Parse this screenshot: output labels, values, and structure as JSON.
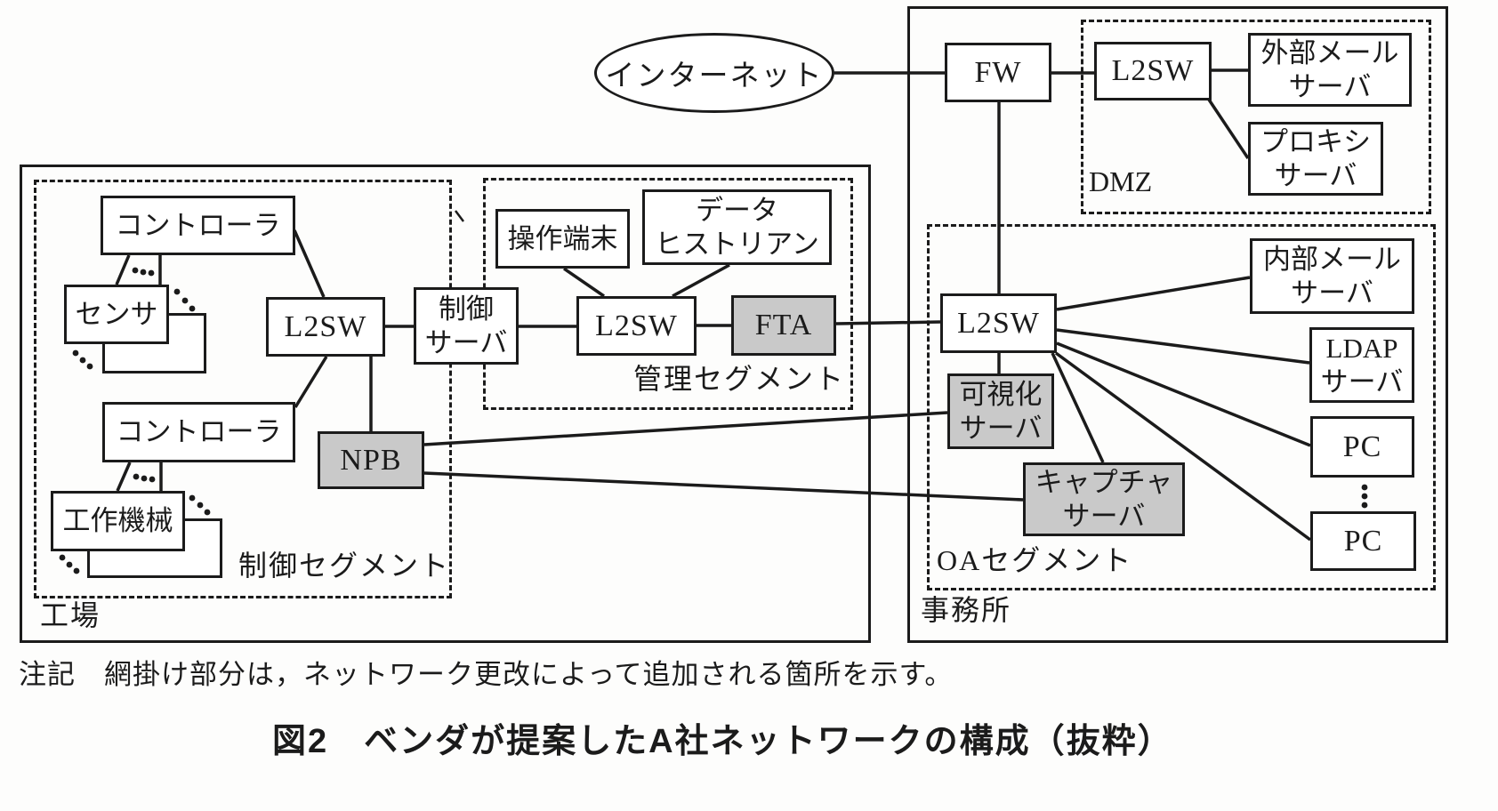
{
  "figure": {
    "internet_label": "インターネット",
    "regions": {
      "factory": {
        "label": "工場"
      },
      "control_segment": {
        "label": "制御セグメント"
      },
      "management_segment": {
        "label": "管理セグメント"
      },
      "office": {
        "label": "事務所"
      },
      "dmz": {
        "label": "DMZ"
      },
      "oa_segment": {
        "label": "OAセグメント"
      }
    },
    "nodes": {
      "controller1": {
        "label": "コントローラ"
      },
      "sensor": {
        "label": "センサ"
      },
      "controller2": {
        "label": "コントローラ"
      },
      "machine_tool": {
        "label": "工作機械"
      },
      "factory_l2sw": {
        "label": "L2SW"
      },
      "npb": {
        "label": "NPB",
        "shaded": true
      },
      "control_server": {
        "lines": [
          "制御",
          "サーバ"
        ]
      },
      "operation_terminal": {
        "label": "操作端末"
      },
      "data_historian": {
        "lines": [
          "データ",
          "ヒストリアン"
        ]
      },
      "mgmt_l2sw": {
        "label": "L2SW"
      },
      "fta": {
        "label": "FTA",
        "shaded": true
      },
      "fw": {
        "label": "FW"
      },
      "dmz_l2sw": {
        "label": "L2SW"
      },
      "ext_mail_server": {
        "lines": [
          "外部メール",
          "サーバ"
        ]
      },
      "proxy_server": {
        "lines": [
          "プロキシ",
          "サーバ"
        ]
      },
      "oa_l2sw": {
        "label": "L2SW"
      },
      "int_mail_server": {
        "lines": [
          "内部メール",
          "サーバ"
        ]
      },
      "ldap_server": {
        "lines": [
          "LDAP",
          "サーバ"
        ]
      },
      "pc1": {
        "label": "PC"
      },
      "pc2": {
        "label": "PC"
      },
      "vis_server": {
        "lines": [
          "可視化",
          "サーバ"
        ],
        "shaded": true
      },
      "capture_server": {
        "lines": [
          "キャプチャ",
          "サーバ"
        ],
        "shaded": true
      }
    },
    "note": "注記　網掛け部分は，ネットワーク更改によって追加される箇所を示す。",
    "caption": "図2　ベンダが提案したA社ネットワークの構成（抜粋）",
    "colors": {
      "line": "#1b1b1b",
      "shaded_fill": "#c9c9c9",
      "background": "#fdfdfc"
    }
  }
}
